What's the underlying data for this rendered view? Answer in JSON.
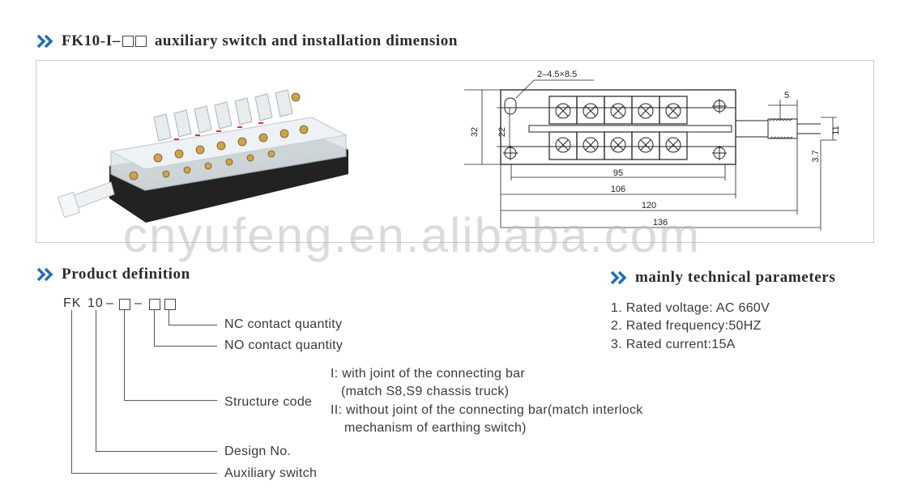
{
  "section1": {
    "prefix": "FK10-I–",
    "suffix": "auxiliary switch and installation dimension"
  },
  "drawing": {
    "hole_spec": "2–4.5×8.5",
    "dims": {
      "d32": "32",
      "d22": "22",
      "d5": "5",
      "d11": "11",
      "d3_7": "3.7",
      "d95": "95",
      "d106": "106",
      "d120": "120",
      "d136": "136"
    }
  },
  "watermark": "cnyufeng.en.alibaba.com",
  "section2": {
    "title": "Product definition"
  },
  "code": {
    "fk": "FK",
    "ten": "10",
    "dash": "–"
  },
  "definitions": {
    "nc": "NC contact quantity",
    "no": "NO contact quantity",
    "structure": "Structure code",
    "s1": "I: with joint of the connecting bar",
    "s1b": "(match S8,S9 chassis truck)",
    "s2": "II: without joint of the connecting bar(match interlock",
    "s2b": "mechanism of earthing switch)",
    "design": "Design No.",
    "aux": "Auxiliary switch"
  },
  "section3": {
    "title": "mainly technical parameters"
  },
  "params": [
    "1. Rated voltage: AC 660V",
    "2. Rated frequency:50HZ",
    "3. Rated current:15A"
  ],
  "colors": {
    "accent": "#1e6fb8"
  }
}
